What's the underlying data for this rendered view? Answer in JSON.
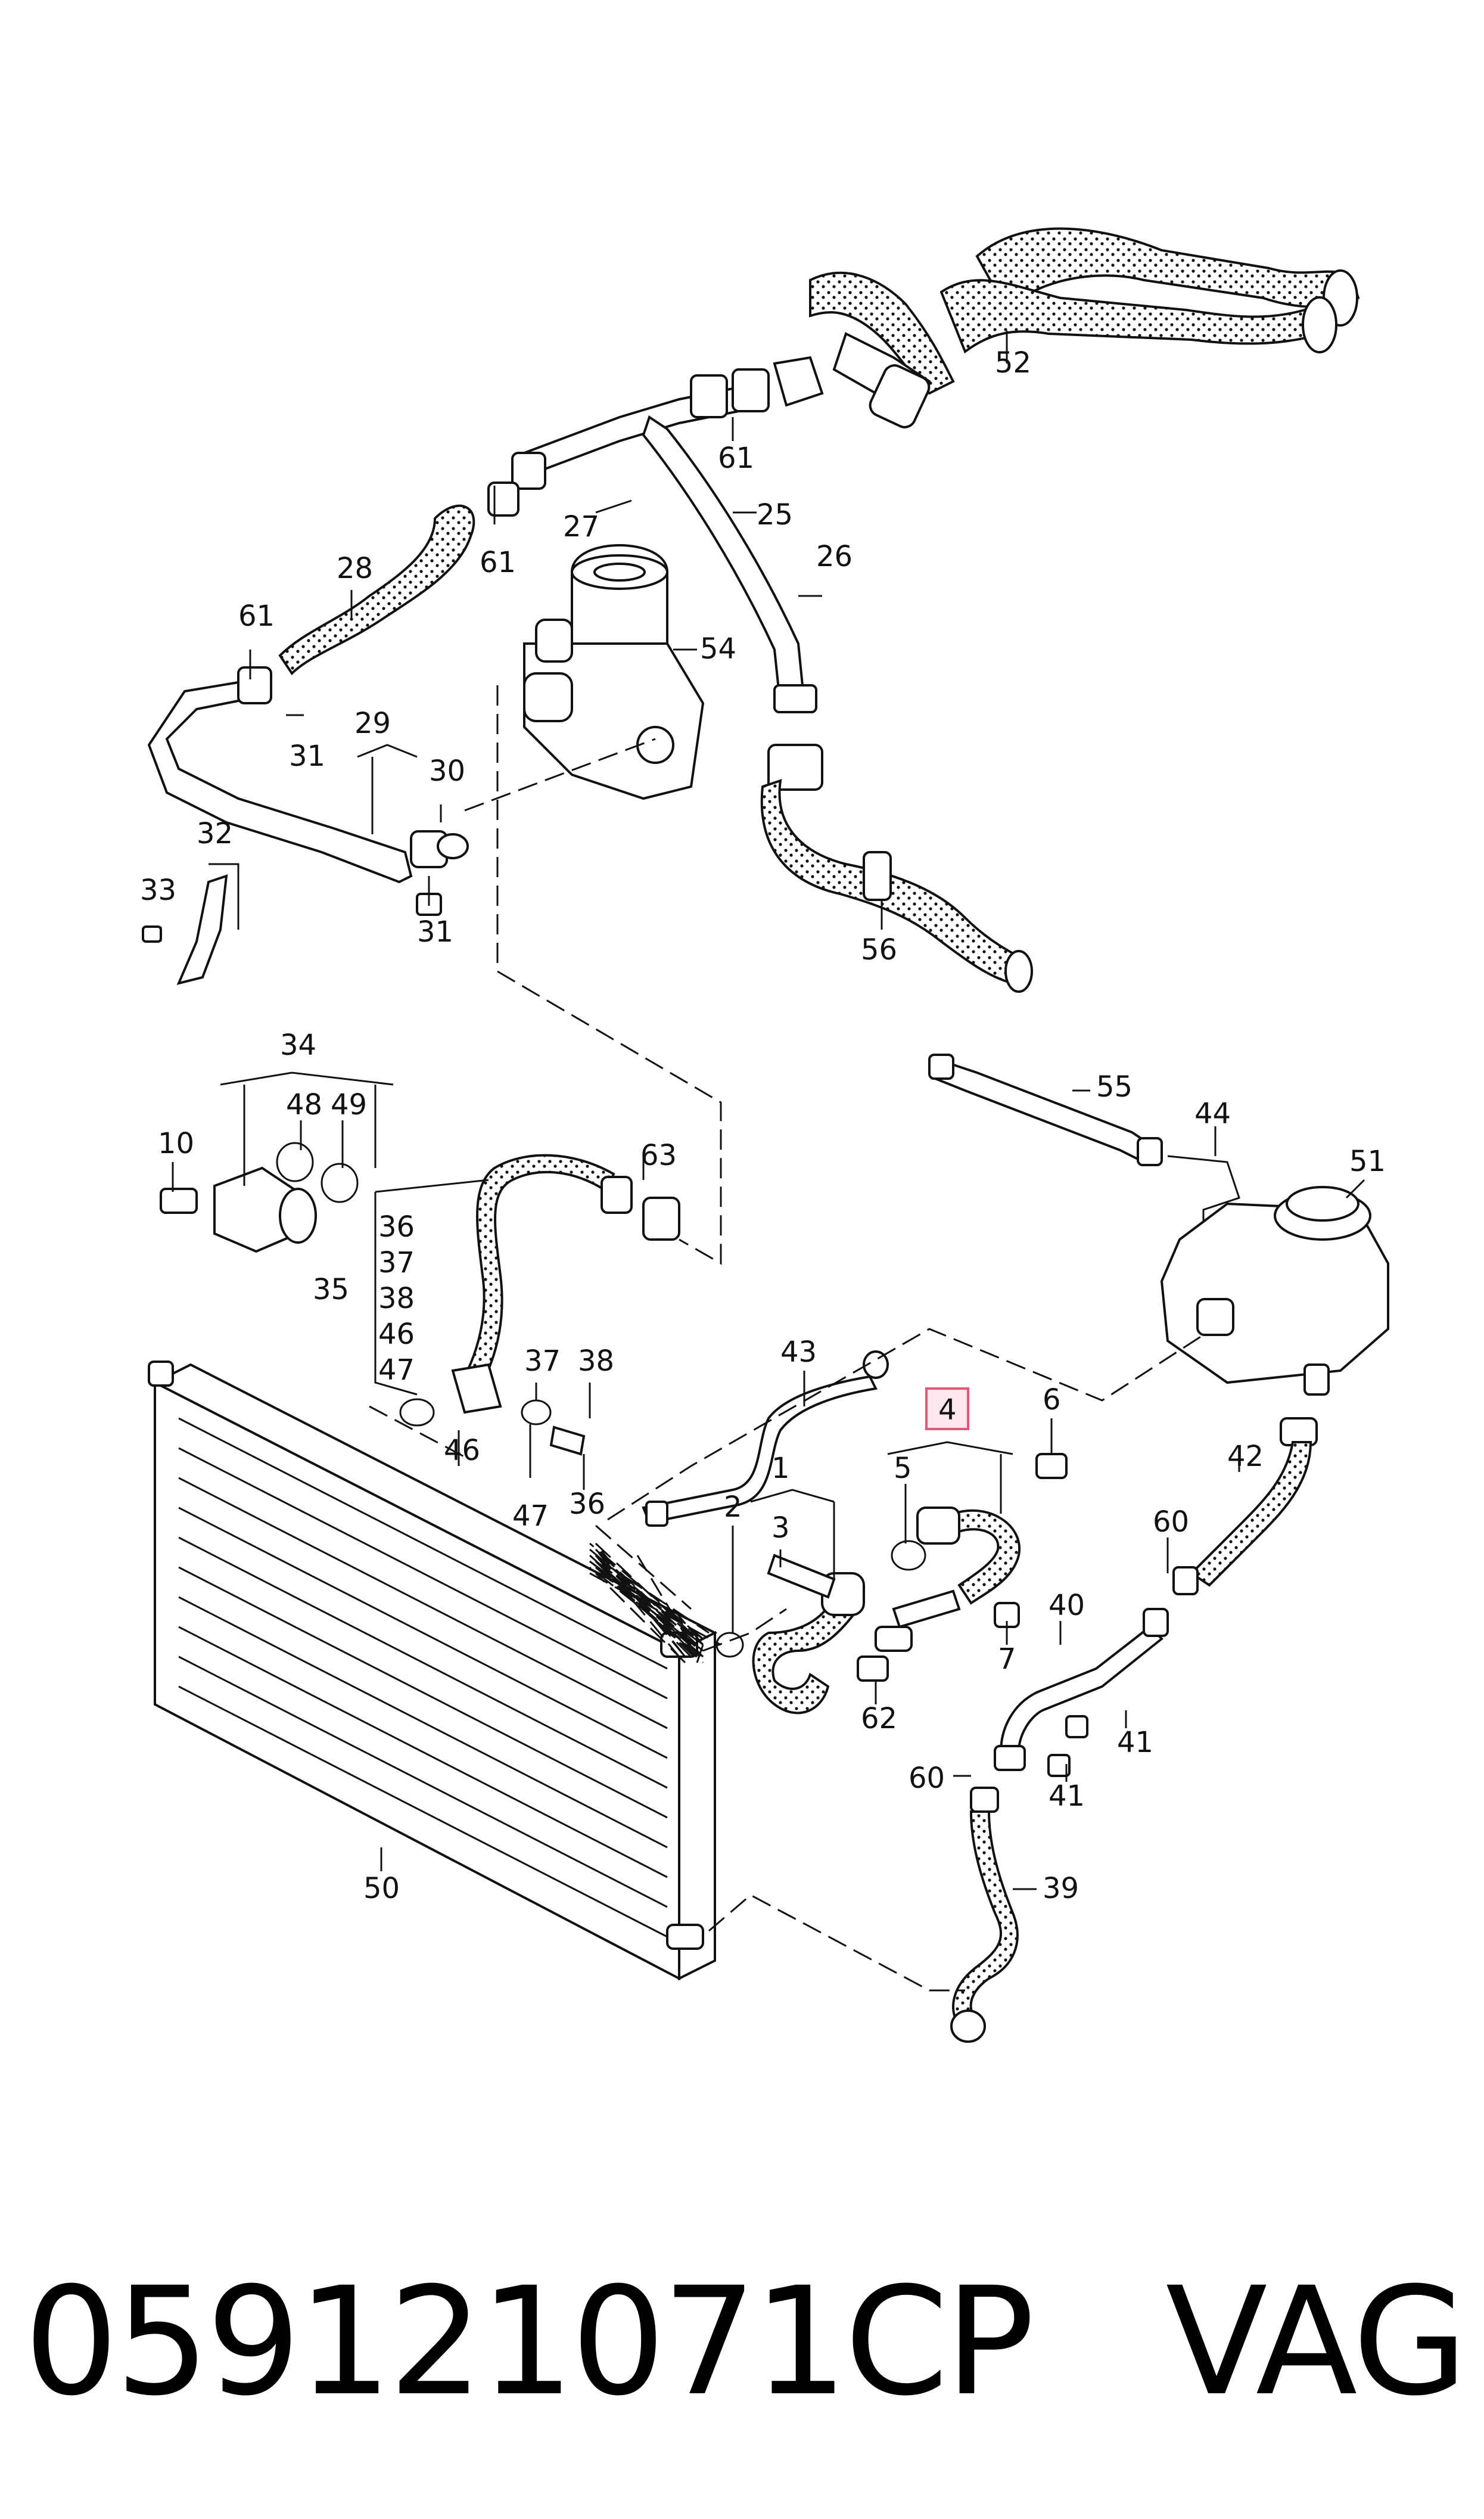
{
  "diagram": {
    "highlighted_callout": "4",
    "callouts": {
      "c1": "1",
      "c2": "2",
      "c3": "3",
      "c4": "4",
      "c5": "5",
      "c6": "6",
      "c7": "7",
      "c10": "10",
      "c25": "25",
      "c26": "26",
      "c27": "27",
      "c28": "28",
      "c29": "29",
      "c30": "30",
      "c31a": "31",
      "c31b": "31",
      "c32": "32",
      "c33": "33",
      "c34": "34",
      "c35": "35",
      "c36a": "36",
      "c36b": "36",
      "c37a": "37",
      "c37b": "37",
      "c38a": "38",
      "c38b": "38",
      "c39": "39",
      "c40": "40",
      "c41a": "41",
      "c41b": "41",
      "c42": "42",
      "c43": "43",
      "c44": "44",
      "c46a": "46",
      "c46b": "46",
      "c47a": "47",
      "c47b": "47",
      "c48": "48",
      "c49": "49",
      "c50": "50",
      "c51": "51",
      "c52": "52",
      "c54": "54",
      "c55": "55",
      "c56": "56",
      "c60a": "60",
      "c60b": "60",
      "c61a": "61",
      "c61b": "61",
      "c61c": "61",
      "c62": "62",
      "c63": "63"
    },
    "colors": {
      "line": "#111111",
      "highlight_fill": "#fde7ec",
      "highlight_stroke": "#e05a7a"
    }
  },
  "footer": {
    "part_number": "059121071CP",
    "brand": "VAG"
  }
}
